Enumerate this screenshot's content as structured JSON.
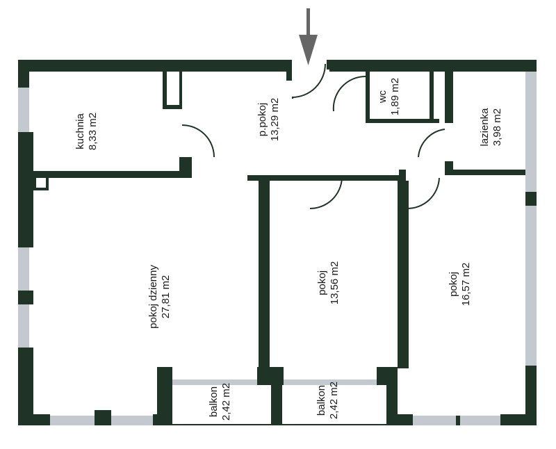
{
  "colors": {
    "wall": "#1f3327",
    "window": "#c4c8cf",
    "paper": "#ffffff",
    "arrow": "#666666",
    "text": "#1a1a1a"
  },
  "entrance_arrow": "arrow-down-icon",
  "rooms": [
    {
      "id": "kuchnia",
      "name": "kuchnia",
      "area": "8,33 m2"
    },
    {
      "id": "ppokoj",
      "name": "p.pokoj",
      "area": "13,29 m2"
    },
    {
      "id": "wc",
      "name": "wc",
      "area": "1,89 m2"
    },
    {
      "id": "lazienka",
      "name": "lazienka",
      "area": "3,98 m2"
    },
    {
      "id": "pokoj-dzienny",
      "name": "pokoj dzienny",
      "area": "27,81 m2"
    },
    {
      "id": "pokoj-1",
      "name": "pokoj",
      "area": "13,56 m2"
    },
    {
      "id": "pokoj-2",
      "name": "pokoj",
      "area": "16,57 m2"
    },
    {
      "id": "balkon-1",
      "name": "balkon",
      "area": "2,42 m2"
    },
    {
      "id": "balkon-2",
      "name": "balkon",
      "area": "2,42 m2"
    }
  ]
}
